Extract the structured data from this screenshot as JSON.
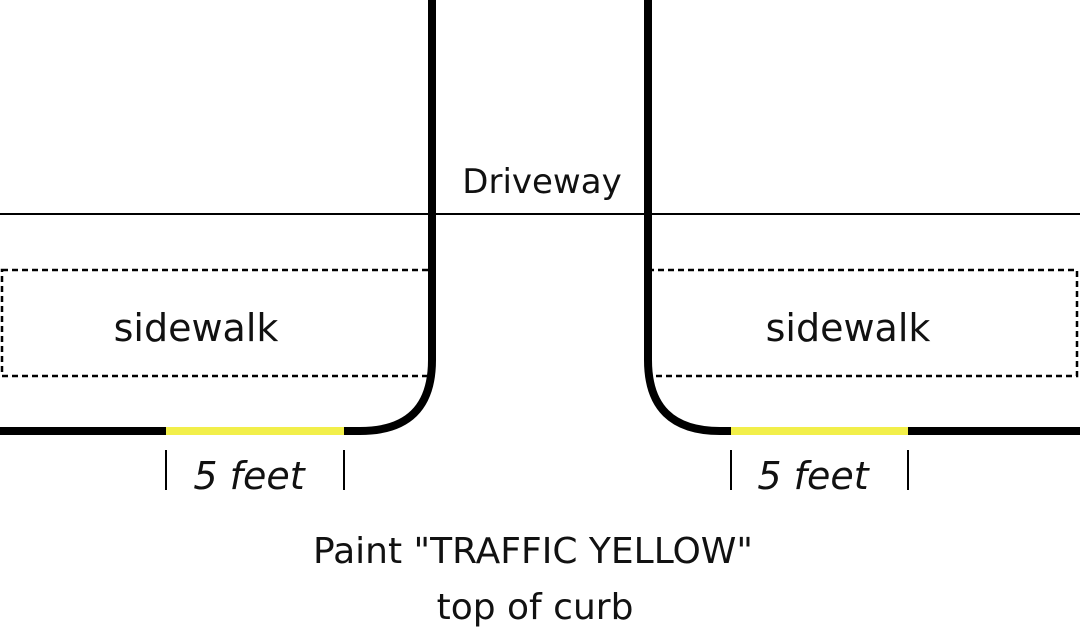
{
  "labels": {
    "driveway": "Driveway",
    "sidewalk_left": "sidewalk",
    "sidewalk_right": "sidewalk",
    "dimension_left": "5 feet",
    "dimension_right": "5 feet",
    "caption_line1": "Paint \"TRAFFIC YELLOW\"",
    "caption_line2": "top of curb"
  },
  "colors": {
    "curb": "#000000",
    "paint": "#f2ef4a",
    "text": "#111111",
    "background": "#ffffff"
  }
}
